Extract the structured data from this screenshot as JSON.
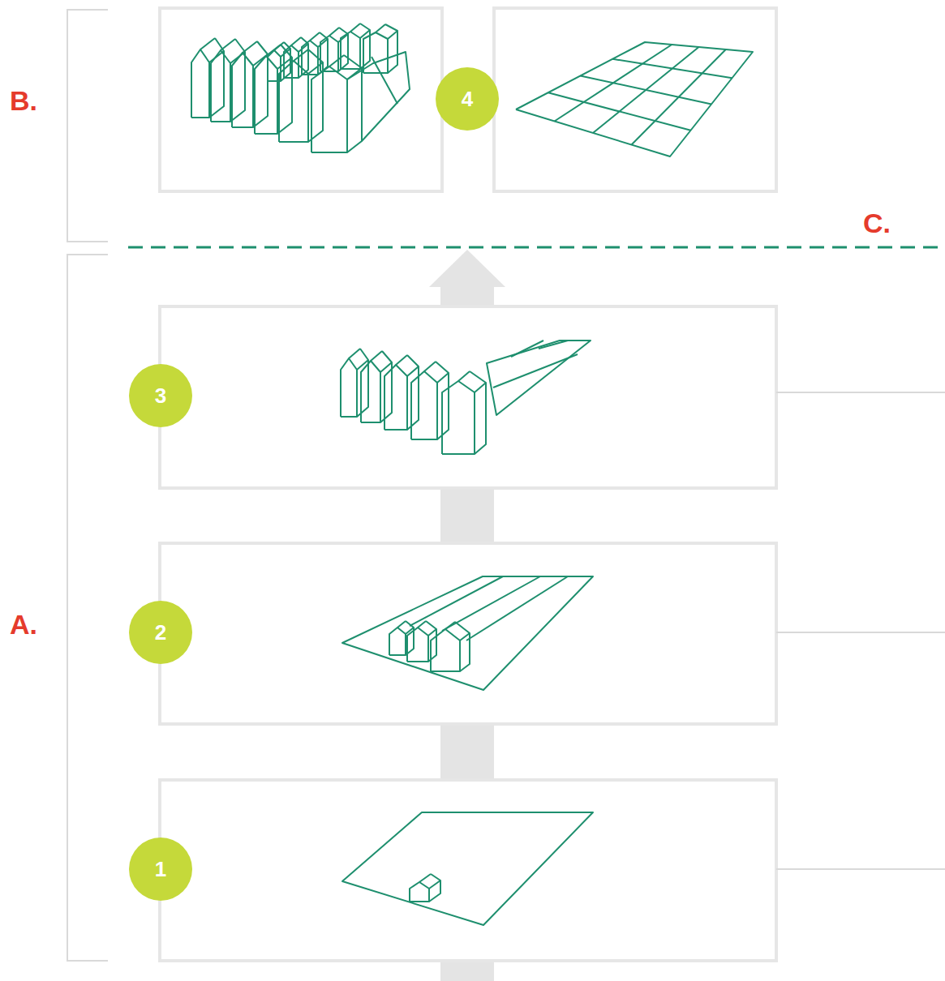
{
  "diagram": {
    "nodes": [
      {
        "text": [
          "4"
        ]
      },
      {
        "text": [
          "3"
        ]
      },
      {
        "text": [
          "2"
        ]
      },
      {
        "text": [
          "1"
        ]
      }
    ],
    "labels": [
      "B.",
      "C.",
      "A."
    ]
  }
}
